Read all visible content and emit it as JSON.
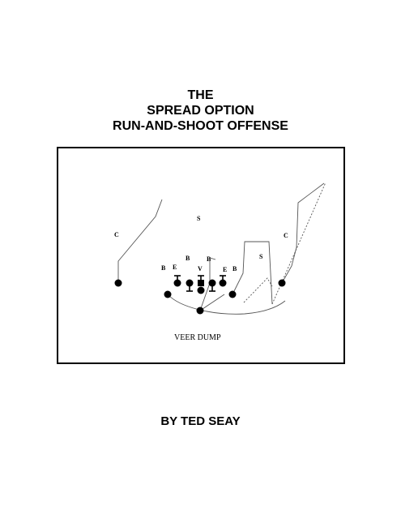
{
  "title": {
    "line1": "THE",
    "line2": "SPREAD OPTION",
    "line3": "RUN-AND-SHOOT OFFENSE"
  },
  "diagram": {
    "play_name": "VEER DUMP",
    "defender_labels": {
      "c_left": "C",
      "c_right": "C",
      "s_top": "S",
      "s_right": "S",
      "b_left": "B",
      "e_left": "E",
      "b_mid1": "B",
      "b_mid2": "B",
      "v_mid": "V",
      "e_right": "E",
      "b_right": "B"
    }
  },
  "byline": "BY TED SEAY"
}
